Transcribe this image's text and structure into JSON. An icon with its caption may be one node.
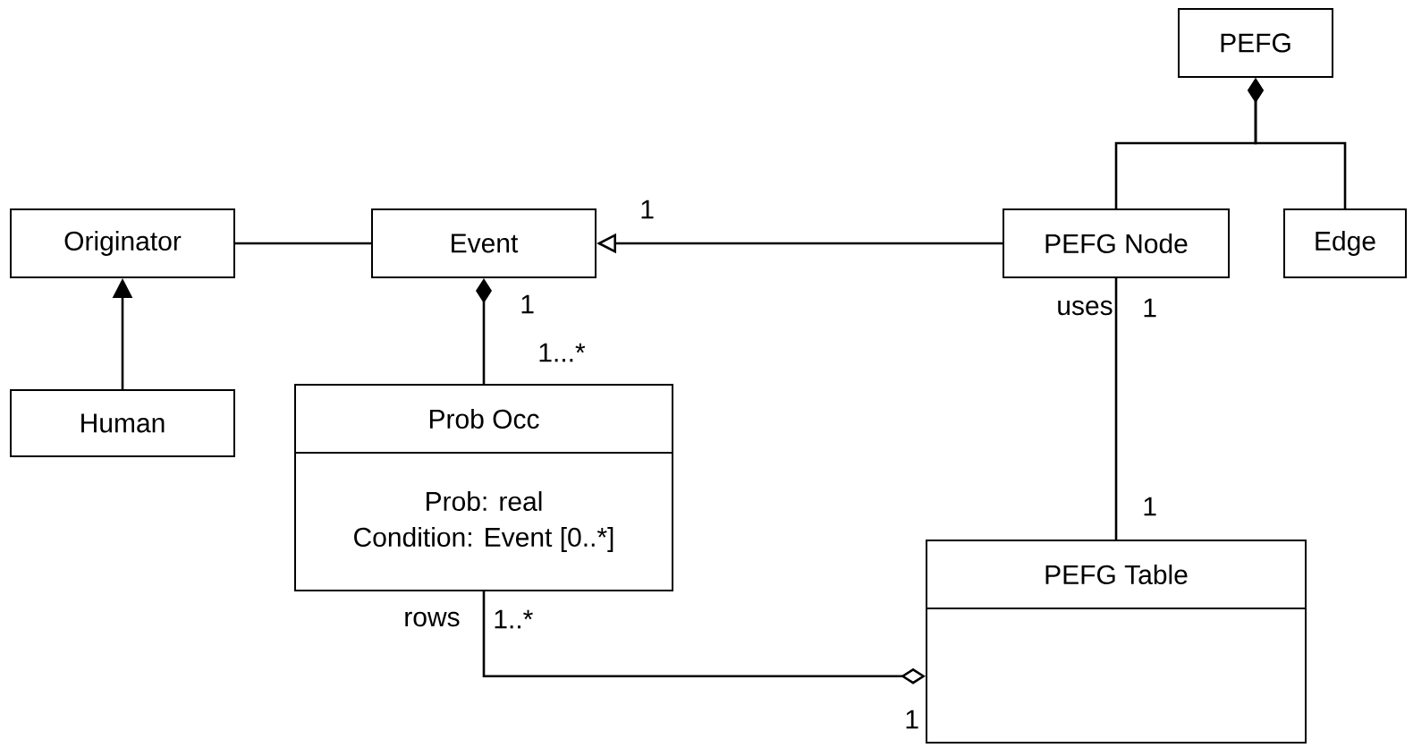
{
  "diagram": {
    "nodes": [
      {
        "text": [
          "PEFG"
        ]
      },
      {
        "text": [
          "Originator"
        ]
      },
      {
        "text": [
          "Event"
        ]
      },
      {
        "text": [
          "PEFG Node"
        ]
      },
      {
        "text": [
          "Edge"
        ]
      },
      {
        "text": [
          "Human"
        ]
      },
      {
        "text": [
          "Prob Occ",
          "Prob: real",
          "Condition: Event [0..*]"
        ]
      },
      {
        "text": [
          "PEFG Table"
        ]
      }
    ],
    "edges": [
      {
        "from": 1,
        "to": 2,
        "arrow": "none"
      },
      {
        "from": 5,
        "to": 1,
        "arrow": "to"
      },
      {
        "from": 3,
        "to": 2,
        "arrow": "to"
      },
      {
        "from": 6,
        "to": 2,
        "arrow": "other"
      },
      {
        "from": 3,
        "to": 0,
        "arrow": "other"
      },
      {
        "from": 4,
        "to": 0,
        "arrow": "other"
      },
      {
        "from": 3,
        "to": 7,
        "arrow": "none"
      },
      {
        "from": 6,
        "to": 7,
        "arrow": "other"
      }
    ],
    "labels": [
      "1",
      "1",
      "uses",
      "1",
      "1...*",
      "1",
      "rows",
      "1..*",
      "1"
    ]
  }
}
